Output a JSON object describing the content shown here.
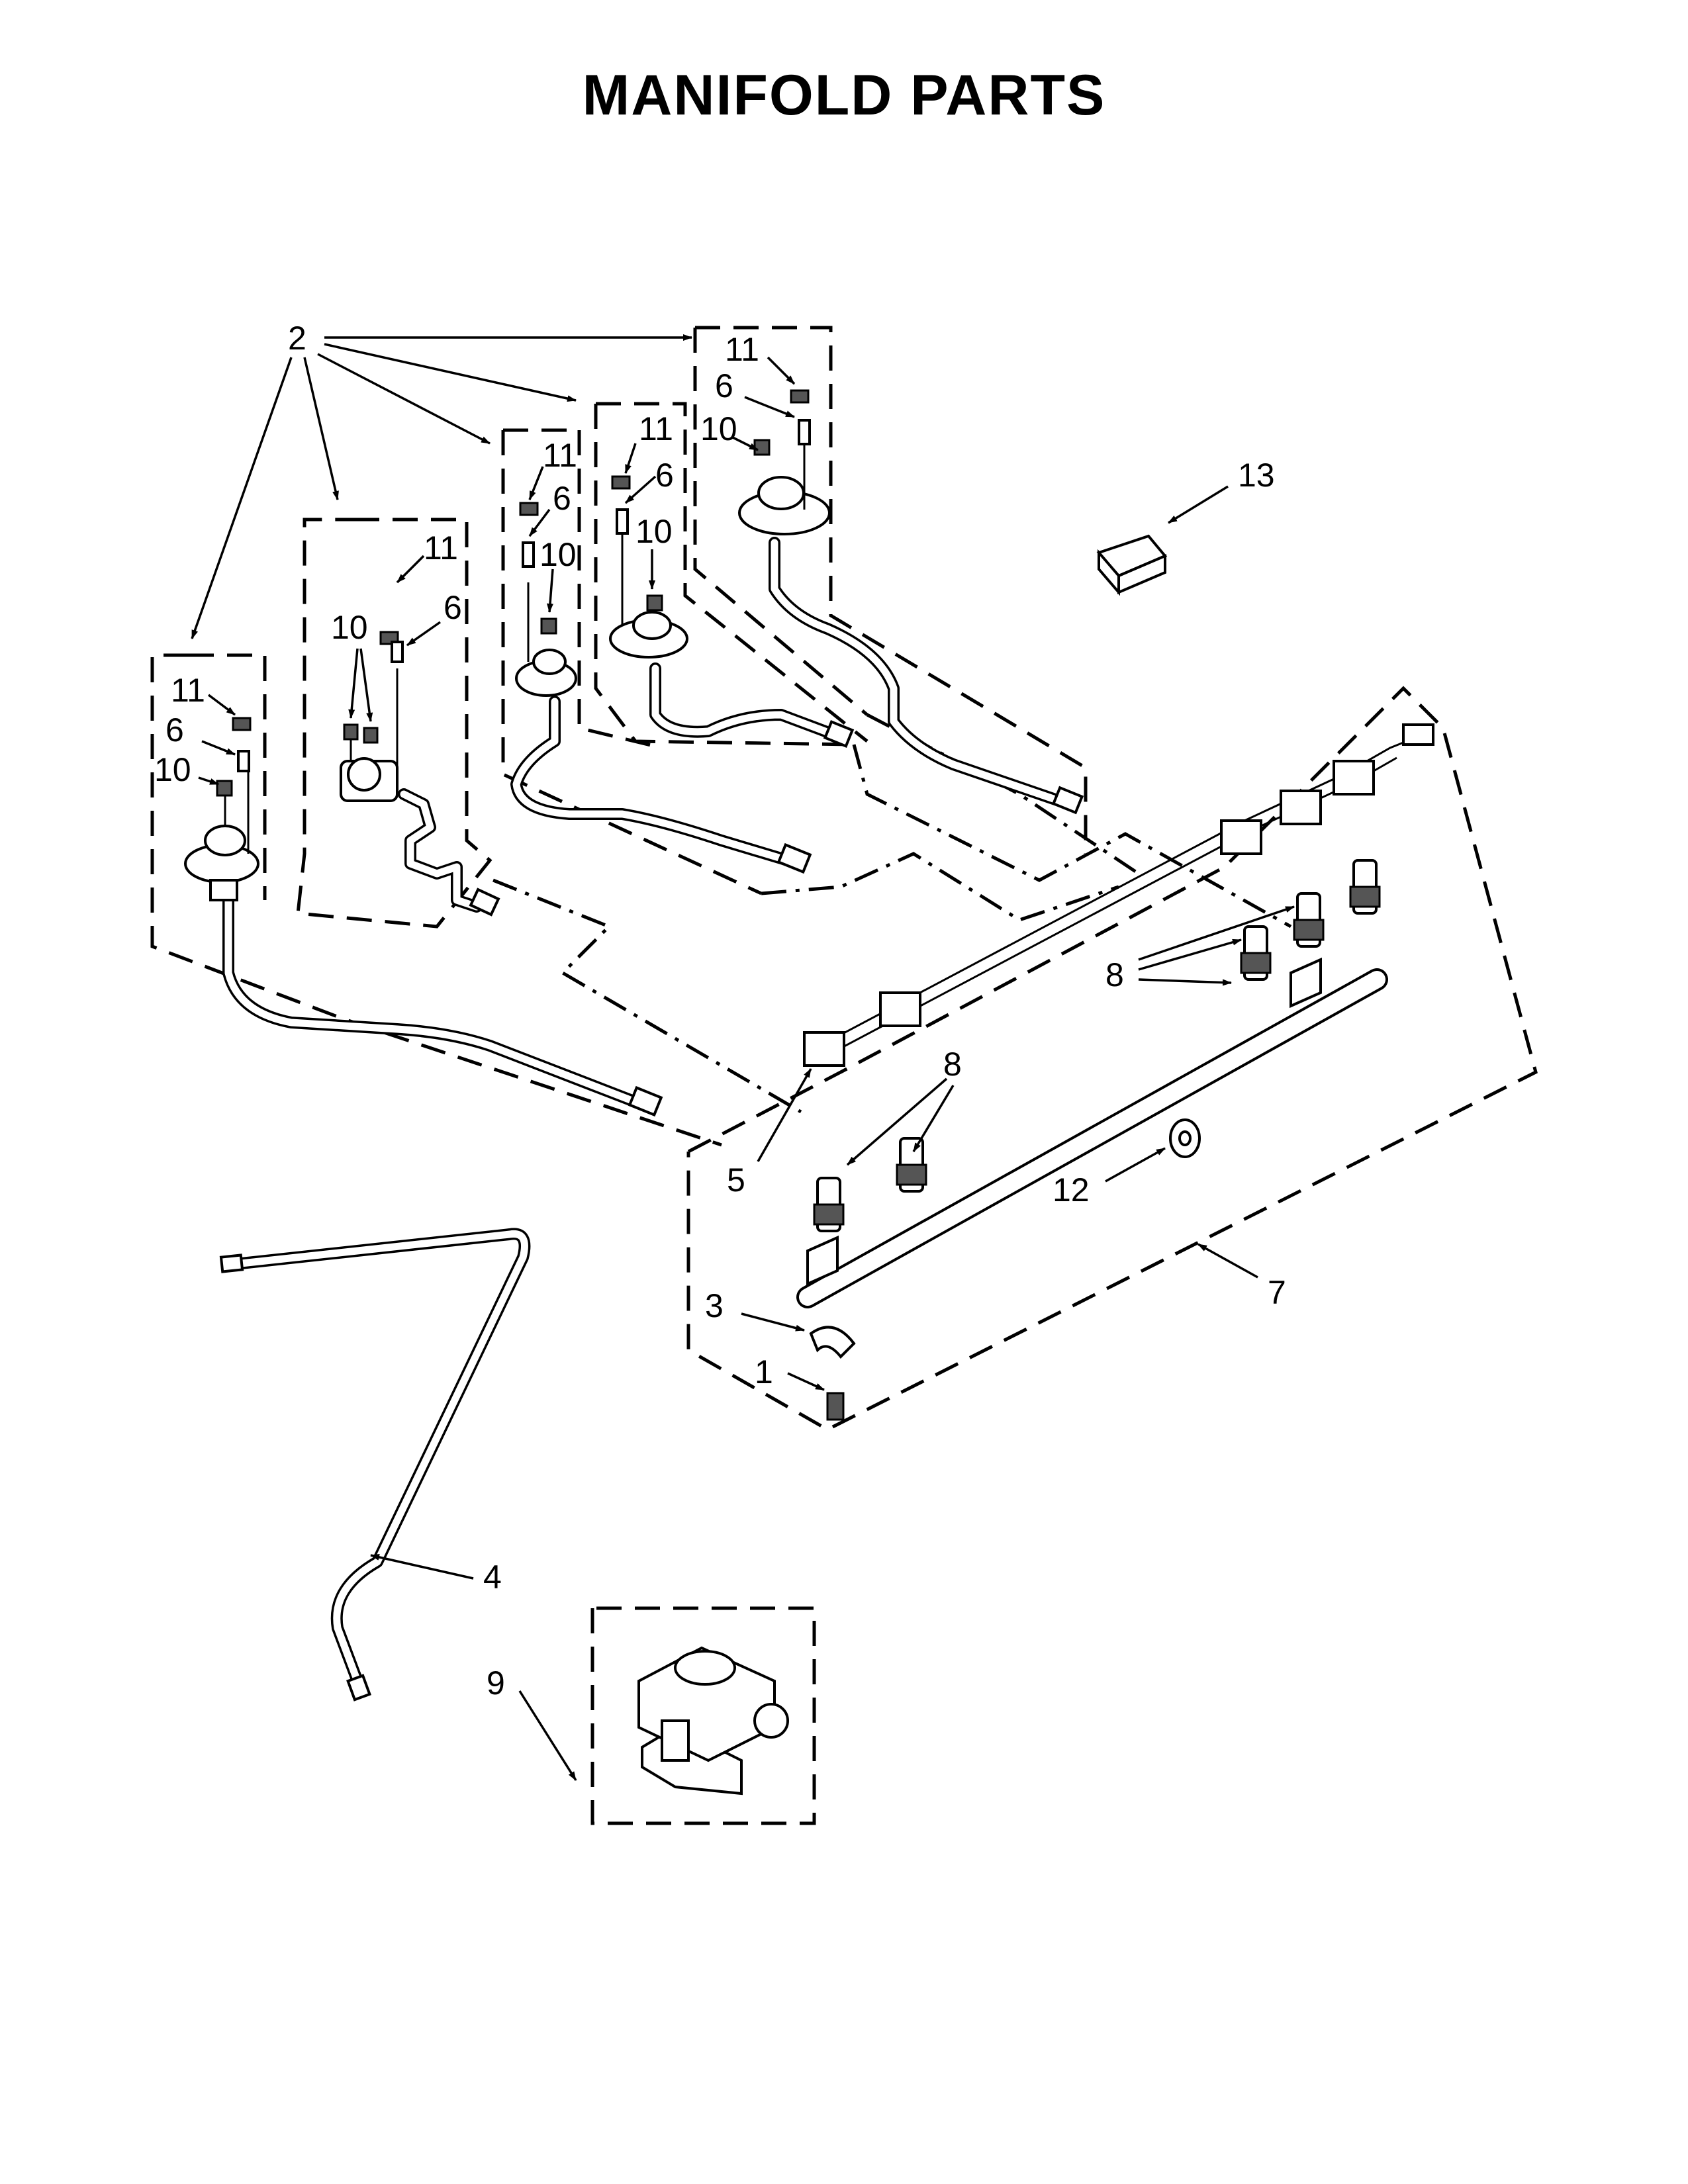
{
  "title": "MANIFOLD PARTS",
  "callouts": {
    "c1": "1",
    "c2": "2",
    "c3": "3",
    "c4": "4",
    "c5": "5",
    "c6_a": "6",
    "c6_b": "6",
    "c6_c": "6",
    "c6_d": "6",
    "c6_e": "6",
    "c7": "7",
    "c8_a": "8",
    "c8_b": "8",
    "c9": "9",
    "c10_a": "10",
    "c10_b": "10",
    "c10_c": "10",
    "c10_d": "10",
    "c10_e": "10",
    "c11_a": "11",
    "c11_b": "11",
    "c11_c": "11",
    "c11_d": "11",
    "c11_e": "11",
    "c12": "12",
    "c13": "13"
  }
}
